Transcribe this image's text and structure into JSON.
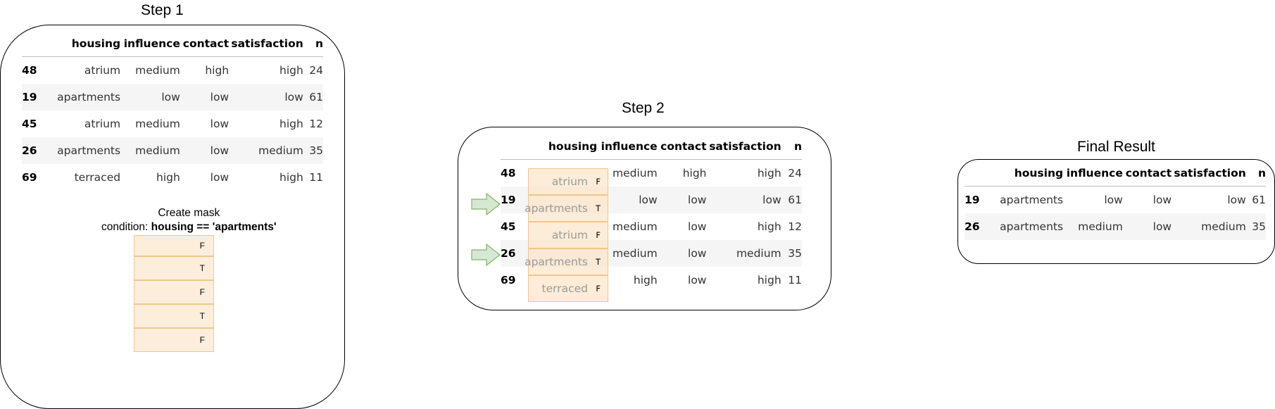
{
  "step1": {
    "title": "Step 1",
    "columns": [
      "housing",
      "influence",
      "contact",
      "satisfaction",
      "n"
    ],
    "rows": [
      {
        "idx": "48",
        "housing": "atrium",
        "influence": "medium",
        "contact": "high",
        "satisfaction": "high",
        "n": "24"
      },
      {
        "idx": "19",
        "housing": "apartments",
        "influence": "low",
        "contact": "low",
        "satisfaction": "low",
        "n": "61"
      },
      {
        "idx": "45",
        "housing": "atrium",
        "influence": "medium",
        "contact": "low",
        "satisfaction": "high",
        "n": "12"
      },
      {
        "idx": "26",
        "housing": "apartments",
        "influence": "medium",
        "contact": "low",
        "satisfaction": "medium",
        "n": "35"
      },
      {
        "idx": "69",
        "housing": "terraced",
        "influence": "high",
        "contact": "low",
        "satisfaction": "high",
        "n": "11"
      }
    ],
    "mask_caption_line1": "Create mask",
    "mask_caption_prefix": "condition: ",
    "mask_caption_condition": "housing == 'apartments'",
    "mask": [
      "F",
      "T",
      "F",
      "T",
      "F"
    ]
  },
  "step2": {
    "title": "Step 2",
    "columns": [
      "housing",
      "influence",
      "contact",
      "satisfaction",
      "n"
    ],
    "rows": [
      {
        "idx": "48",
        "housing": "atrium",
        "influence": "medium",
        "contact": "high",
        "satisfaction": "high",
        "n": "24"
      },
      {
        "idx": "19",
        "housing": "apartments",
        "influence": "low",
        "contact": "low",
        "satisfaction": "low",
        "n": "61"
      },
      {
        "idx": "45",
        "housing": "atrium",
        "influence": "medium",
        "contact": "low",
        "satisfaction": "high",
        "n": "12"
      },
      {
        "idx": "26",
        "housing": "apartments",
        "influence": "medium",
        "contact": "low",
        "satisfaction": "medium",
        "n": "35"
      },
      {
        "idx": "69",
        "housing": "terraced",
        "influence": "high",
        "contact": "low",
        "satisfaction": "high",
        "n": "11"
      }
    ],
    "mask": [
      "F",
      "T",
      "F",
      "T",
      "F"
    ],
    "arrow_color": "#d5e8d4",
    "arrow_border": "#82b366"
  },
  "final": {
    "title": "Final Result",
    "columns": [
      "housing",
      "influence",
      "contact",
      "satisfaction",
      "n"
    ],
    "rows": [
      {
        "idx": "19",
        "housing": "apartments",
        "influence": "low",
        "contact": "low",
        "satisfaction": "low",
        "n": "61"
      },
      {
        "idx": "26",
        "housing": "apartments",
        "influence": "medium",
        "contact": "low",
        "satisfaction": "medium",
        "n": "35"
      }
    ]
  },
  "colors": {
    "mask_fill": "#fdeedc",
    "mask_border": "#f1c58e",
    "stripe": "#f5f5f5"
  }
}
